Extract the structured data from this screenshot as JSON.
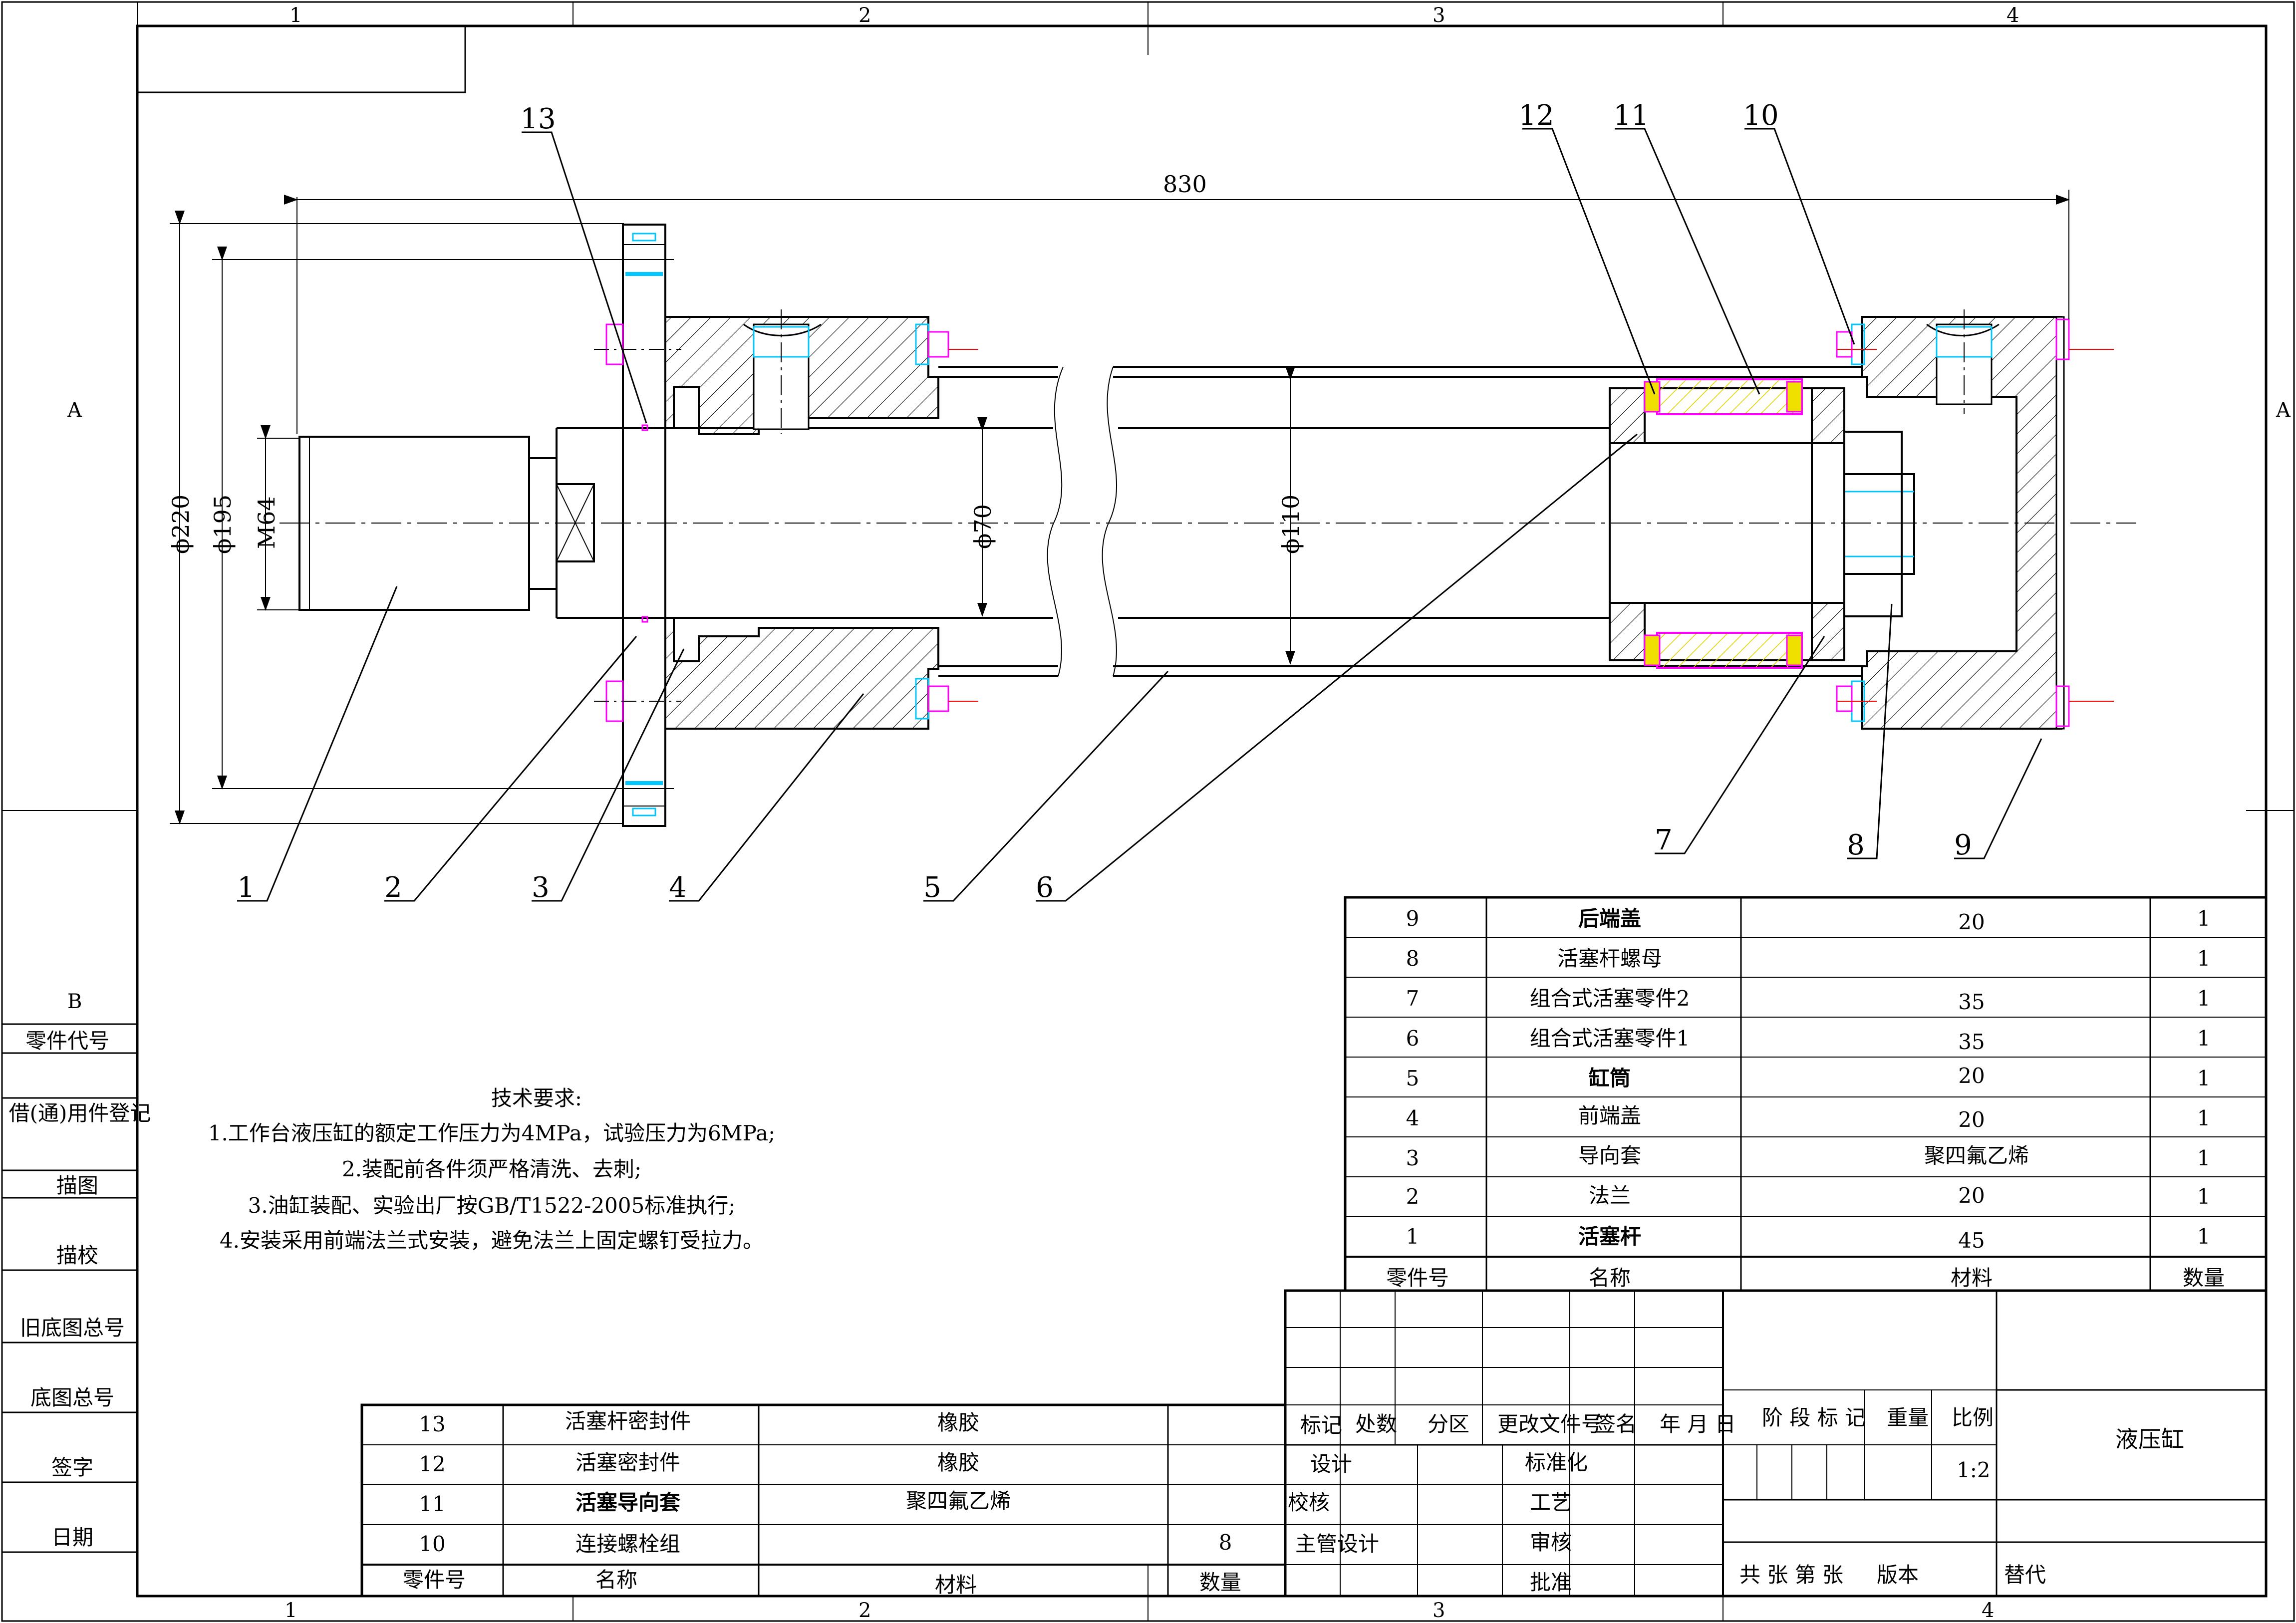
{
  "zone_labels": {
    "top_cols": [
      "1",
      "2",
      "3",
      "4"
    ],
    "bottom_cols": [
      "1",
      "2",
      "3",
      "4"
    ],
    "left_rows": [
      "A",
      "B"
    ],
    "right_rows": [
      "A"
    ]
  },
  "dimensions": {
    "overall_length": "830",
    "dia_220": "ϕ220",
    "dia_195": "ϕ195",
    "thread": "M64",
    "rod_dia": "ϕ70",
    "bore_dia": "ϕ110"
  },
  "balloons": [
    "1",
    "2",
    "3",
    "4",
    "5",
    "6",
    "7",
    "8",
    "9",
    "10",
    "11",
    "12",
    "13"
  ],
  "tech_requirements": {
    "title": "技术要求:",
    "items": [
      "1.工作台液压缸的额定工作压力为4MPa，试验压力为6MPa;",
      "2.装配前各件须严格清洗、去刺;",
      "3.油缸装配、实验出厂按GB/T1522-2005标准执行;",
      "4.安装采用前端法兰式安装，避免法兰上固定螺钉受拉力。"
    ]
  },
  "side_register": [
    "零件代号",
    "借(通)用件登记",
    "描图",
    "描校",
    "旧底图总号",
    "底图总号",
    "签字",
    "日期"
  ],
  "bom_right": {
    "rows": [
      {
        "no": "9",
        "name": "后端盖",
        "material": "20",
        "qty": "1"
      },
      {
        "no": "8",
        "name": "活塞杆螺母",
        "material": "",
        "qty": "1"
      },
      {
        "no": "7",
        "name": "组合式活塞零件2",
        "material": "35",
        "qty": "1"
      },
      {
        "no": "6",
        "name": "组合式活塞零件1",
        "material": "35",
        "qty": "1"
      },
      {
        "no": "5",
        "name": "缸筒",
        "material": "20",
        "qty": "1"
      },
      {
        "no": "4",
        "name": "前端盖",
        "material": "20",
        "qty": "1"
      },
      {
        "no": "3",
        "name": "导向套",
        "material": "聚四氟乙烯",
        "qty": "1"
      },
      {
        "no": "2",
        "name": "法兰",
        "material": "20",
        "qty": "1"
      },
      {
        "no": "1",
        "name": "活塞杆",
        "material": "45",
        "qty": "1"
      }
    ],
    "header": {
      "no": "零件号",
      "name": "名称",
      "material": "材料",
      "qty": "数量"
    }
  },
  "bom_left": {
    "rows": [
      {
        "no": "13",
        "name": "活塞杆密封件",
        "material": "橡胶",
        "qty": ""
      },
      {
        "no": "12",
        "name": "活塞密封件",
        "material": "橡胶",
        "qty": ""
      },
      {
        "no": "11",
        "name": "活塞导向套",
        "material": "聚四氟乙烯",
        "qty": ""
      },
      {
        "no": "10",
        "name": "连接螺栓组",
        "material": "",
        "qty": "8"
      }
    ],
    "header": {
      "no": "零件号",
      "name": "名称",
      "material": "材料",
      "qty": "数量"
    }
  },
  "title_block": {
    "rev_labels": [
      "标记",
      "处数",
      "分区",
      "更改文件号",
      "签名",
      "年 月 日"
    ],
    "sign_rows": [
      "设计",
      "校核",
      "主管设计"
    ],
    "approve_rows": [
      "标准化",
      "工艺",
      "审核",
      "批准"
    ],
    "stage_label": "阶 段 标 记",
    "weight_label": "重量",
    "scale_label": "比例",
    "scale_value": "1:2",
    "drawing_name": "液压缸",
    "sheets_label": "共  张   第  张",
    "version_label": "版本",
    "replace_label": "替代"
  },
  "colors": {
    "line": "#000000",
    "seal_magenta": "#ff00ff",
    "seal_cyan": "#00c8ff",
    "center_red": "#ff0000",
    "hatch_yellow": "#f0e000"
  }
}
